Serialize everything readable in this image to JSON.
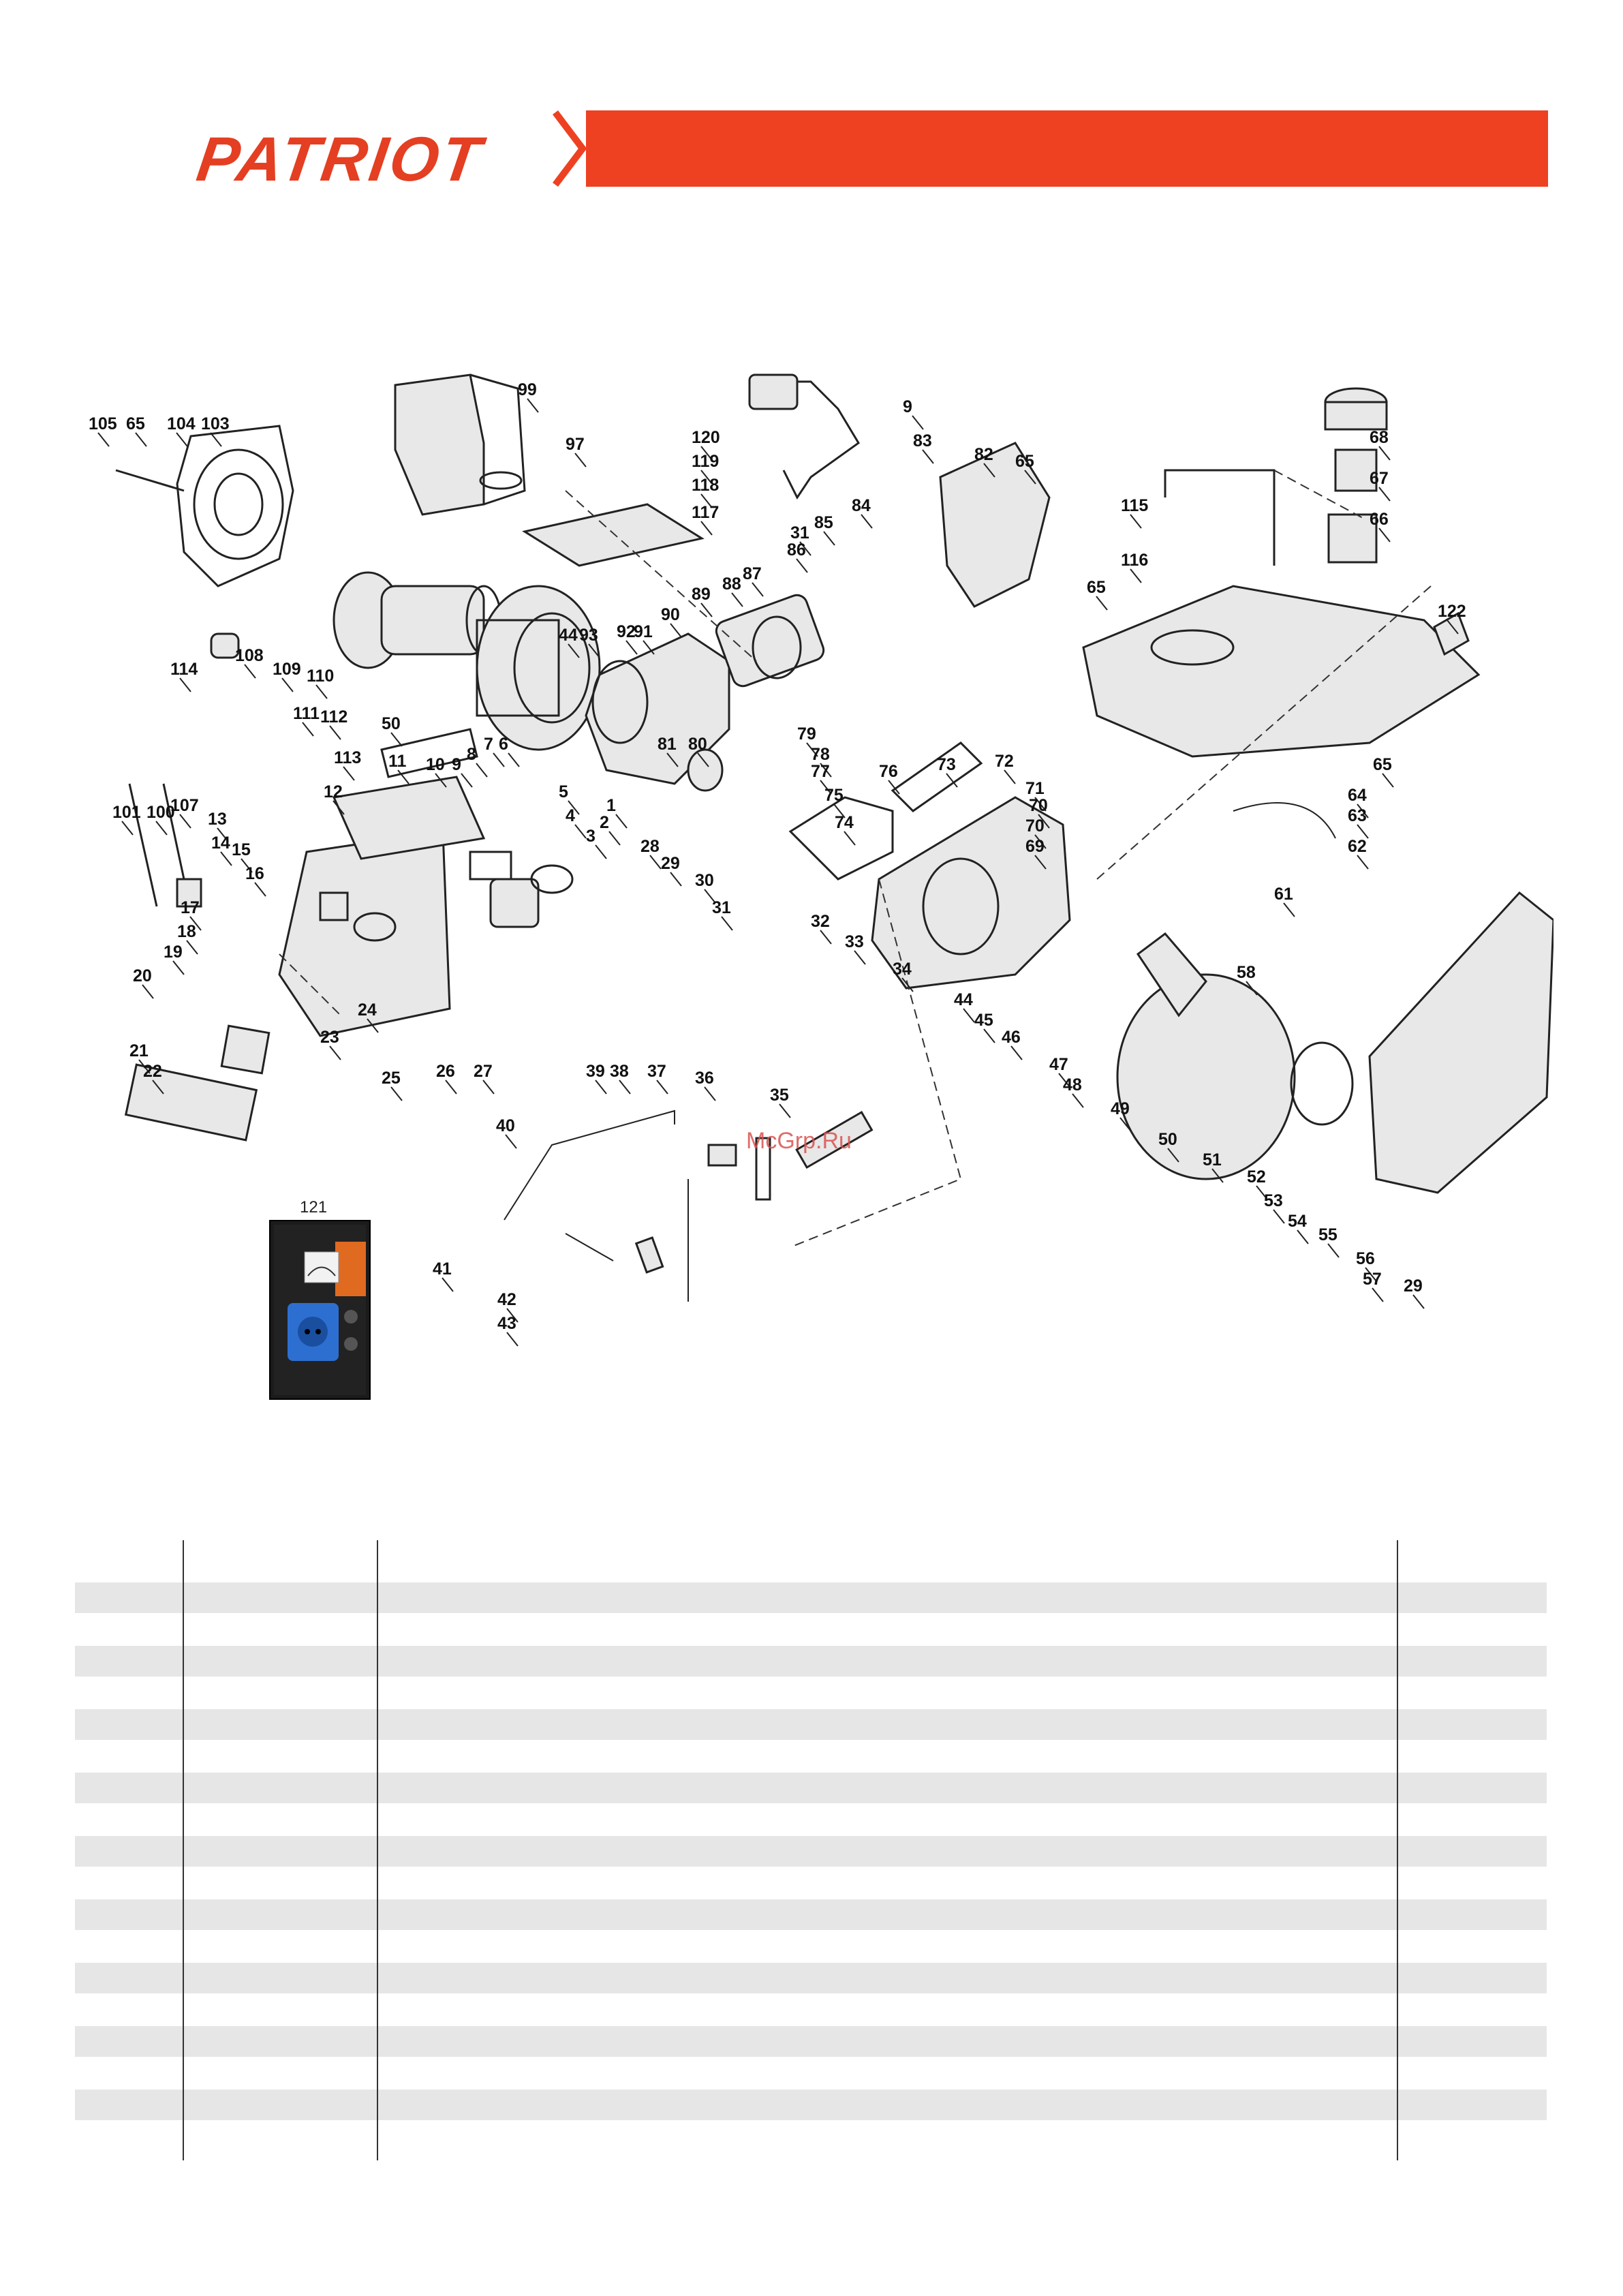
{
  "brand": {
    "name": "PATRIOT",
    "color": "#e43f22",
    "bar_color": "#ee4122"
  },
  "watermark": "McGrp.Ru",
  "panel_photo": {
    "label": "121"
  },
  "part_labels": [
    "99",
    "97",
    "9",
    "83",
    "82",
    "65",
    "120",
    "119",
    "118",
    "117",
    "105",
    "65",
    "104",
    "103",
    "68",
    "67",
    "66",
    "115",
    "116",
    "65",
    "31",
    "85",
    "86",
    "84",
    "88",
    "87",
    "89",
    "90",
    "44",
    "93",
    "92",
    "91",
    "108",
    "109",
    "114",
    "110",
    "111",
    "112",
    "50",
    "113",
    "122",
    "65",
    "64",
    "63",
    "62",
    "61",
    "81",
    "80",
    "79",
    "78",
    "77",
    "76",
    "75",
    "74",
    "73",
    "72",
    "71",
    "70",
    "70",
    "69",
    "101",
    "100",
    "107",
    "13",
    "12",
    "11",
    "10",
    "9",
    "8",
    "7",
    "6",
    "5",
    "4",
    "3",
    "2",
    "1",
    "28",
    "14",
    "15",
    "16",
    "17",
    "18",
    "19",
    "20",
    "21",
    "22",
    "23",
    "24",
    "25",
    "26",
    "27",
    "29",
    "30",
    "31",
    "32",
    "33",
    "34",
    "58",
    "44",
    "45",
    "46",
    "47",
    "48",
    "49",
    "50",
    "51",
    "52",
    "53",
    "54",
    "55",
    "56",
    "57",
    "29",
    "39",
    "38",
    "37",
    "36",
    "35",
    "40",
    "41",
    "42",
    "43"
  ]
}
